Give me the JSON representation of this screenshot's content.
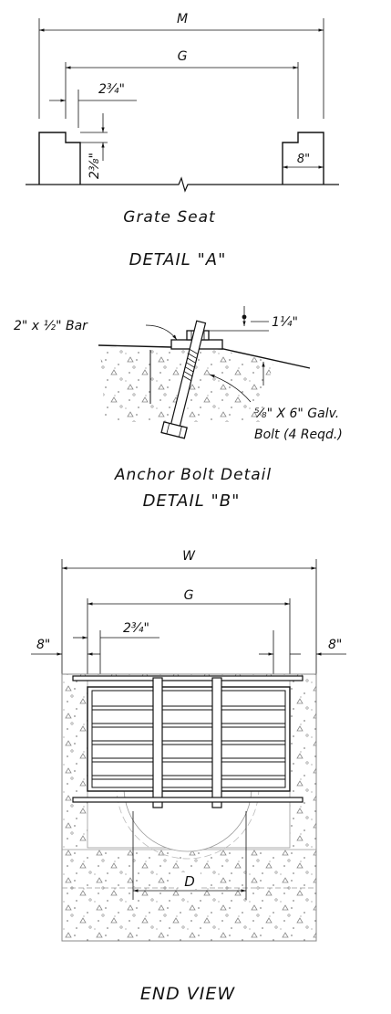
{
  "detail_a": {
    "dim_M": "M",
    "dim_G": "G",
    "dim_offset": "2¾\"",
    "dim_depth": "2⅜\"",
    "dim_width": "8\"",
    "caption": "Grate Seat",
    "title": "DETAIL \"A\""
  },
  "detail_b": {
    "bar_label": "2\" x ½\" Bar",
    "dim_height": "1¼\"",
    "bolt_label_line1": "⅝\" X 6\" Galv.",
    "bolt_label_line2": "Bolt (4 Reqd.)",
    "caption": "Anchor Bolt Detail",
    "title": "DETAIL \"B\""
  },
  "end_view": {
    "dim_W": "W",
    "dim_G": "G",
    "dim_offset": "2¾\"",
    "dim_left": "8\"",
    "dim_right": "8\"",
    "dim_D": "D",
    "title": "END VIEW"
  }
}
